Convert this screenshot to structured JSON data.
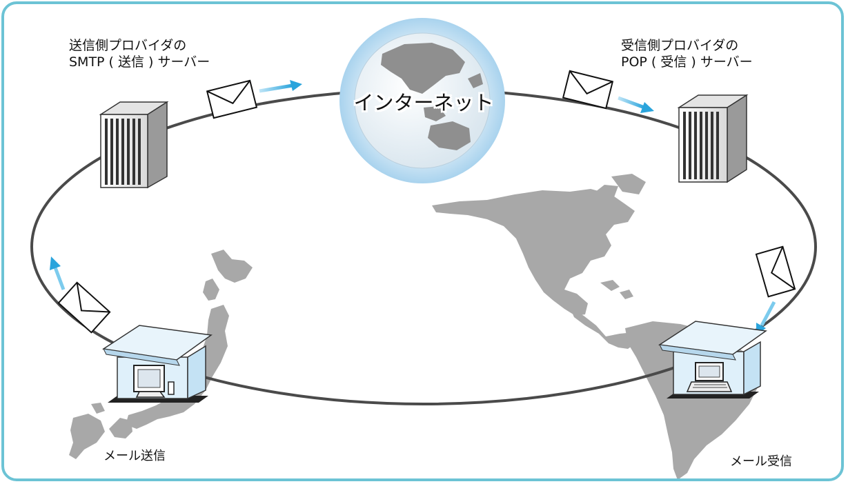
{
  "diagram": {
    "sender_server_label": [
      "送信側プロバイダの",
      "SMTP ( 送信 ) サーバー"
    ],
    "receiver_server_label": [
      "受信側プロバイダの",
      "POP ( 受信 ) サーバー"
    ],
    "internet_label": "インターネット",
    "send_label": "メール送信",
    "receive_label": "メール受信"
  },
  "colors": {
    "frame": "#6cc3d5",
    "arrow": "#3aaee0",
    "ring": "#4a4a4a",
    "map": "#a8a8a8",
    "globe": "#cfe6f5"
  },
  "icons": [
    "server-icon",
    "envelope-icon",
    "globe-icon",
    "house-icon",
    "desktop-computer-icon",
    "laptop-icon",
    "arrow-icon"
  ]
}
